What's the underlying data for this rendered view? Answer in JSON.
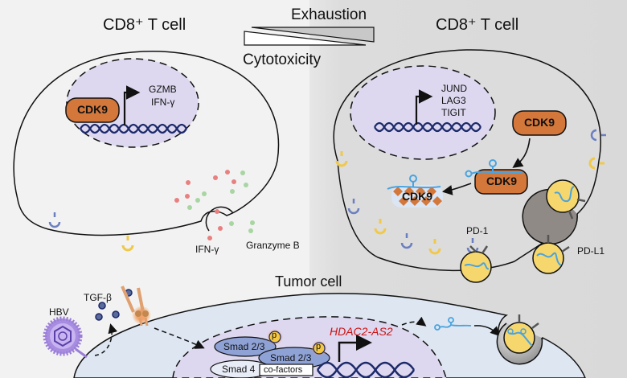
{
  "left_panel": {
    "title": "CD8⁺ T cell",
    "nucleus": {
      "protein": "CDK9",
      "genes": [
        "GZMB",
        "IFN-γ"
      ]
    },
    "secreted": [
      "IFN-γ",
      "Granzyme B"
    ]
  },
  "center": {
    "top_label": "Exhaustion",
    "bottom_label": "Cytotoxicity"
  },
  "right_panel": {
    "title": "CD8⁺ T cell",
    "nucleus": {
      "genes": [
        "JUND",
        "LAG3",
        "TIGIT"
      ]
    },
    "cytoplasm": {
      "cdk9_free": "CDK9",
      "cdk9_bound": "CDK9",
      "cdk9_degraded": "CDK9"
    },
    "receptor_label": "PD-1",
    "exosome_label": "PD-L1"
  },
  "tumor": {
    "title": "Tumor cell",
    "virus_label": "HBV",
    "ligand_label": "TGF-β",
    "smad": [
      "Smad 2/3",
      "Smad 2/3",
      "Smad 4"
    ],
    "cofactors": "co-factors",
    "phospho": "p",
    "lncrna": "HDAC2-AS2"
  },
  "colors": {
    "cdk9": "#d4773a",
    "nucleus_fill": "#ddd8ef",
    "tumor_fill": "#dde6f1",
    "exosome": "#f5d76e",
    "rna": "#4aa3df",
    "dna": "#1c2a6b",
    "lncrna_text": "#cc1111",
    "smad": "#8fa2d6",
    "ifn_dot": "#e88080",
    "gzmb_dot": "#a8d5a2"
  }
}
